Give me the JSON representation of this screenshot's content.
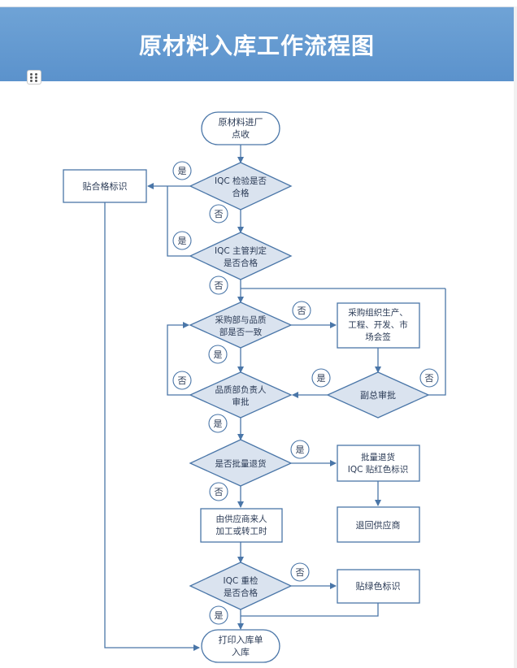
{
  "title": "原材料入库工作流程图",
  "nodes": {
    "start": [
      "原材料进厂",
      "点收"
    ],
    "iqc_check": [
      "IQC 检验是否",
      "合格"
    ],
    "supervisor": [
      "IQC 主管判定",
      "是否合格"
    ],
    "consistency": [
      "采购部与品质",
      "部是否一致"
    ],
    "purchasing_meeting": [
      "采购组织生产、",
      "工程、开发、市",
      "场会签"
    ],
    "vp_approval": [
      "副总审批"
    ],
    "qa_head": [
      "品质部负责人",
      "审批"
    ],
    "batch_return": [
      "是否批量退货"
    ],
    "return_label": [
      "批量退货",
      "IQC 贴红色标识"
    ],
    "return_supplier": [
      "退回供应商"
    ],
    "supplier_rework": [
      "由供应商来人",
      "加工或转工时"
    ],
    "recheck": [
      "IQC 重检",
      "是否合格"
    ],
    "green_label": [
      "贴绿色标识"
    ],
    "pass_label": [
      "贴合格标识"
    ],
    "print": [
      "打印入库单",
      "入库"
    ]
  },
  "edge_labels": {
    "yes": "是",
    "no": "否"
  },
  "colors": {
    "banner": "#5b92cc",
    "stroke": "#4a76a8",
    "diamond_fill": "#dae3ef",
    "text": "#2a3a55"
  }
}
